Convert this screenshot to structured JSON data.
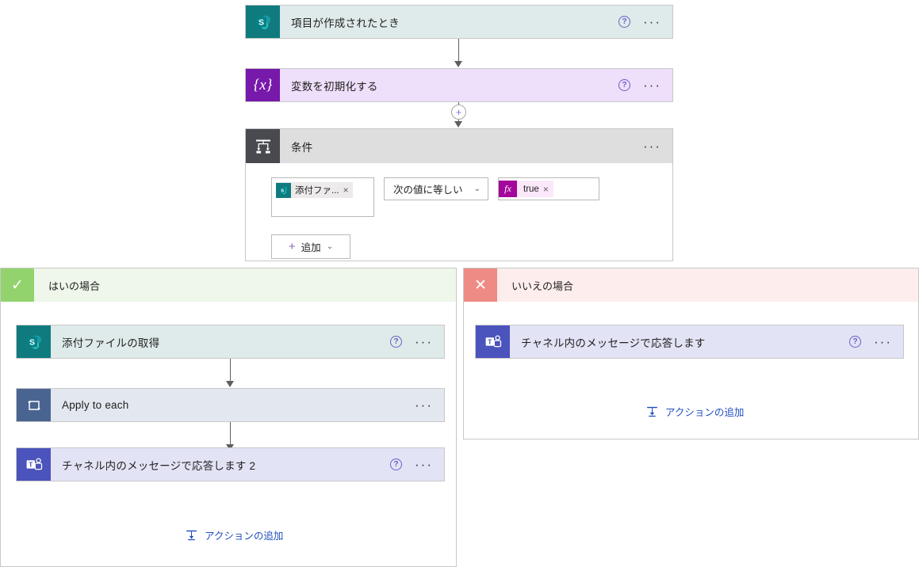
{
  "flow": {
    "trigger": {
      "title": "項目が作成されたとき",
      "icon": "sharepoint-icon",
      "help_label": "?",
      "menu_label": "···"
    },
    "init_variable": {
      "title": "変数を初期化する",
      "icon": "variable-icon",
      "icon_glyph": "{x}",
      "help_label": "?",
      "menu_label": "···"
    },
    "condition": {
      "title": "条件",
      "icon": "condition-icon",
      "menu_label": "···",
      "left_operand": {
        "token_text": "添付ファ...",
        "remove_label": "×",
        "icon": "sharepoint-token-icon"
      },
      "operator": {
        "selected": "次の値に等しい",
        "chevron": "⌄"
      },
      "right_operand": {
        "fx_label": "fx",
        "token_text": "true",
        "remove_label": "×"
      },
      "add_button": {
        "plus": "+",
        "label": "追加",
        "chevron": "⌄"
      }
    },
    "yes_branch": {
      "label": "はいの場合",
      "badge_icon": "check-icon",
      "badge_glyph": "✓",
      "actions": [
        {
          "title": "添付ファイルの取得",
          "icon": "sharepoint-icon",
          "help_label": "?",
          "menu_label": "···",
          "has_help": true
        },
        {
          "title": "Apply to each",
          "icon": "loop-icon",
          "menu_label": "···",
          "has_help": false
        },
        {
          "title": "チャネル内のメッセージで応答します 2",
          "icon": "teams-icon",
          "help_label": "?",
          "menu_label": "···",
          "has_help": true
        }
      ],
      "add_action_label": "アクションの追加"
    },
    "no_branch": {
      "label": "いいえの場合",
      "badge_icon": "close-icon",
      "badge_glyph": "✕",
      "actions": [
        {
          "title": "チャネル内のメッセージで応答します",
          "icon": "teams-icon",
          "help_label": "?",
          "menu_label": "···",
          "has_help": true
        }
      ],
      "add_action_label": "アクションの追加"
    },
    "insert_node_label": "+"
  },
  "colors": {
    "sharepoint": "#107b7e",
    "variable": "#7719aa",
    "condition": "#484a50",
    "loop": "#4a6491",
    "teams": "#4b53bc",
    "yes": "#92d36e",
    "no": "#ef8b85",
    "link": "#1f4dbe",
    "expression": "#a4079b"
  }
}
